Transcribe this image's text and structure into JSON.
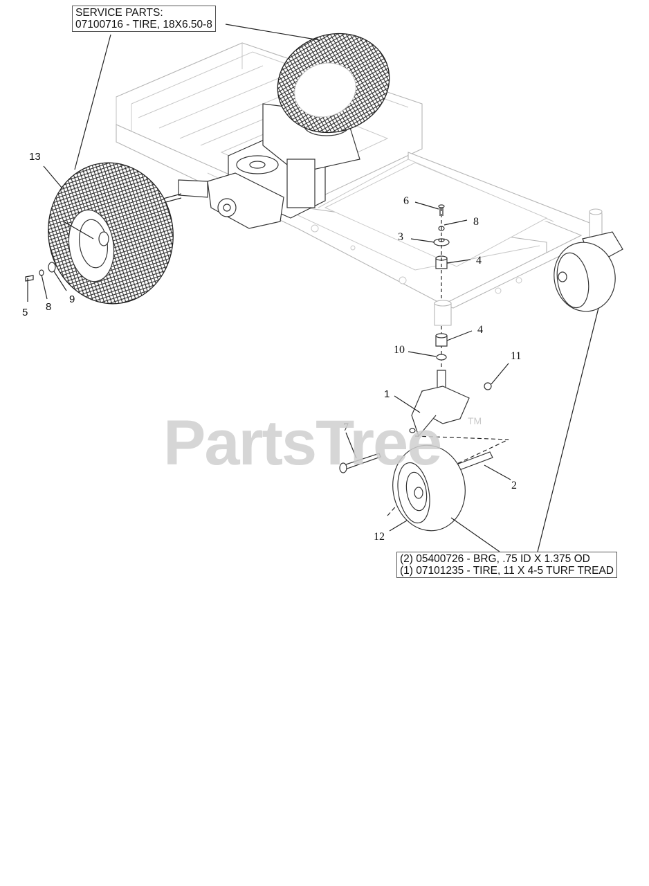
{
  "service_box_top": {
    "line1": "SERVICE PARTS:",
    "line2": "07100716 - TIRE, 18X6.50-8"
  },
  "service_box_bottom": {
    "line1": "(2) 05400726 - BRG, .75 ID X 1.375 OD",
    "line2": "(1) 07101235 - TIRE, 11 X 4-5 TURF TREAD"
  },
  "callouts": {
    "c13": "13",
    "c5": "5",
    "c8_left": "8",
    "c9": "9",
    "c6": "6",
    "c8_top": "8",
    "c3": "3",
    "c4_upper": "4",
    "c4_lower": "4",
    "c10": "10",
    "c11": "11",
    "c1": "1",
    "c7": "7",
    "c2": "2",
    "c12": "12"
  },
  "watermark": {
    "text": "PartsTree",
    "tm": "TM"
  }
}
